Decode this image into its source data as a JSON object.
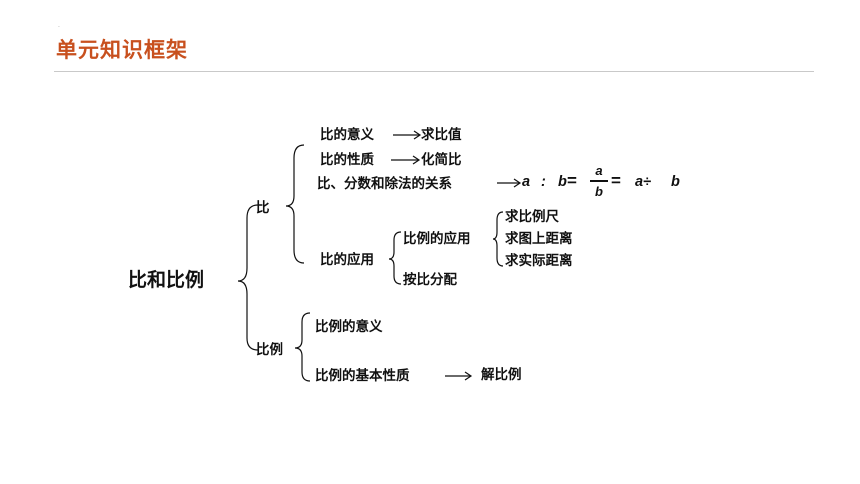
{
  "title": "单元知识框架",
  "accent_color": "#C8501E",
  "root": "比和比例",
  "ratio": {
    "label": "比",
    "meaning": "比的意义",
    "meaning_result": "求比值",
    "property": "比的性质",
    "property_result": "化简比",
    "relation": "比、分数和除法的关系",
    "formula": {
      "a": "a",
      "colon": ":",
      "b": "b",
      "eq": "=",
      "frac_num": "a",
      "frac_den": "b",
      "div": "a÷",
      "b2": "b"
    },
    "application": "比的应用",
    "proportion_application": "比例的应用",
    "proportion_items": [
      "求比例尺",
      "求图上距离",
      "求实际距离"
    ],
    "distribution": "按比分配"
  },
  "proportion": {
    "label": "比例",
    "meaning": "比例的意义",
    "basic_property": "比例的基本性质",
    "basic_property_result": "解比例"
  }
}
